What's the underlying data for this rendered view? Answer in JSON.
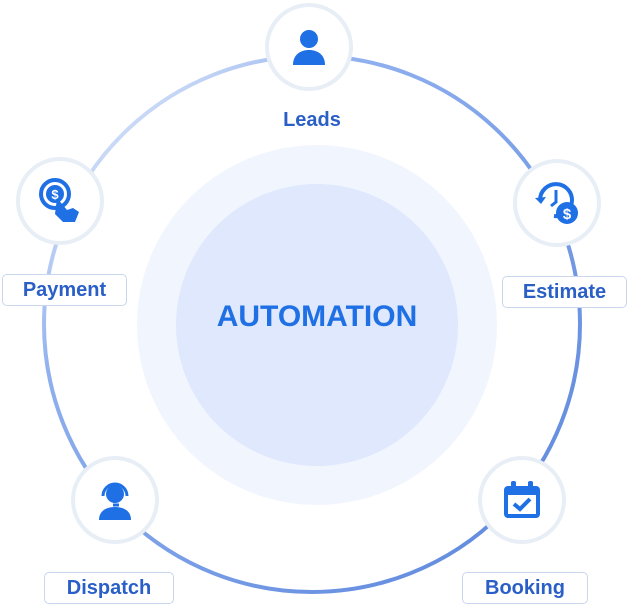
{
  "center": {
    "title": "AUTOMATION"
  },
  "nodes": [
    {
      "label": "Leads",
      "icon": "user-icon"
    },
    {
      "label": "Estimate",
      "icon": "clock-dollar-icon"
    },
    {
      "label": "Booking",
      "icon": "calendar-check-icon"
    },
    {
      "label": "Dispatch",
      "icon": "headset-agent-icon"
    },
    {
      "label": "Payment",
      "icon": "tap-pay-icon"
    }
  ],
  "colors": {
    "accent": "#1f6fe5",
    "ring": "#6b8fe0",
    "label": "#2a5fc7"
  }
}
